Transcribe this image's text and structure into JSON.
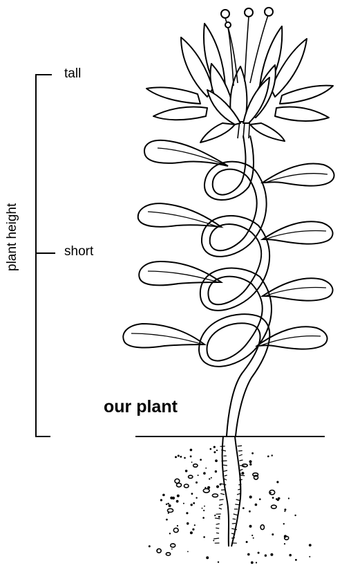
{
  "labels": {
    "tall": "tall",
    "short": "short",
    "axis": "plant height",
    "plant": "our plant"
  }
}
